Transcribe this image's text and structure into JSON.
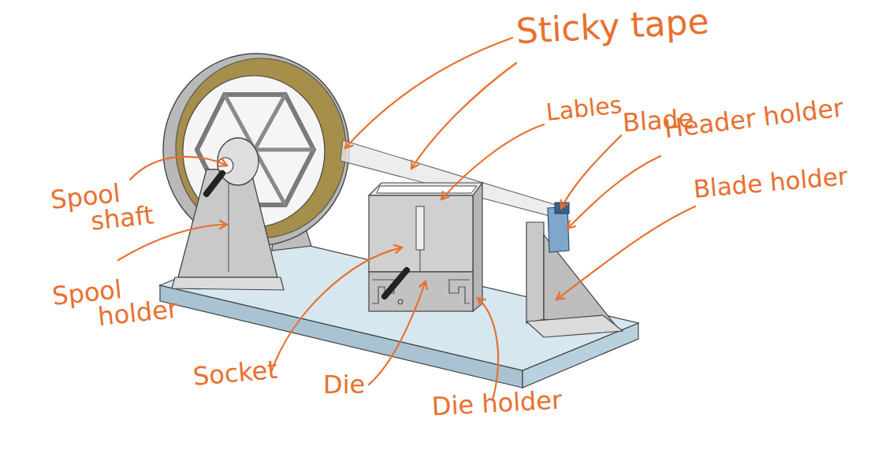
{
  "diagram": {
    "labels": [
      "Sticky tape",
      "Lables",
      "Blade",
      "Header holder",
      "Blade holder",
      "Spool shaft",
      "Spool holder",
      "Socket",
      "Die",
      "Die holder"
    ]
  }
}
